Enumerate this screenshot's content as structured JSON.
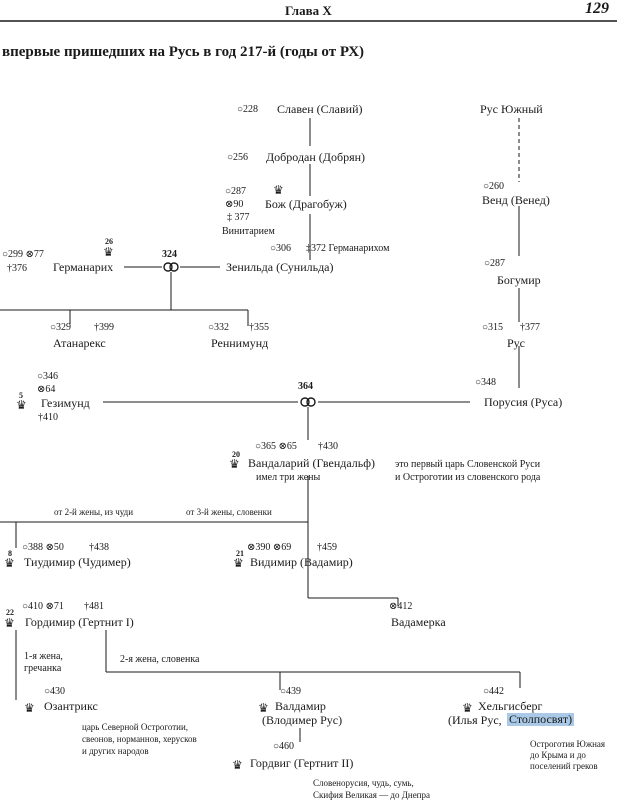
{
  "header": {
    "chapter": "Глава X",
    "page": "129"
  },
  "subtitle": "впервые пришедших на Русь в год 217-й (годы от РХ)",
  "nodes": {
    "slaven": {
      "dates": "○228",
      "name": "Славен (Славий)"
    },
    "dobrodan": {
      "dates": "○256",
      "name": "Добродан (Добрян)"
    },
    "boj": {
      "dates1": "○287",
      "dates2": "⊗90",
      "dates3": "‡ 377",
      "killed_by": "Винитарием",
      "name": "Бож (Драгобуж)"
    },
    "zenilda": {
      "dates": "○306",
      "death": "‡372 Германарихом",
      "name": "Зенильда (Сунильда)"
    },
    "rus_south": {
      "name": "Рус Южный"
    },
    "vend": {
      "dates": "○260",
      "name": "Венд (Венед)"
    },
    "bogumir": {
      "dates": "○287",
      "name": "Богумир"
    },
    "rus": {
      "dates": "○315",
      "death": "†377",
      "name": "Рус"
    },
    "germanarikh": {
      "dates": "○299 ⊗77",
      "death": "†376",
      "name": "Германарих",
      "crown_num": "26"
    },
    "marriage1": {
      "year": "324"
    },
    "atanareks": {
      "dates": "○329",
      "death": "†399",
      "name": "Атанарекс"
    },
    "rennimund": {
      "dates": "○332",
      "death": "†355",
      "name": "Реннимунд"
    },
    "gezimund": {
      "dates1": "○346",
      "dates2": "⊗64",
      "death": "†410",
      "name": "Гезимунд",
      "crown_num": "5"
    },
    "marriage2": {
      "year": "364"
    },
    "porusiya": {
      "dates": "○348",
      "name": "Порусия (Руса)"
    },
    "vandalarij": {
      "dates": "○365 ⊗65",
      "death": "†430",
      "name": "Вандаларий (Гвендальф)",
      "crown_num": "20",
      "note": "имел три жены"
    },
    "vandalarij_note": {
      "line1": "это первый царь Словенской Руси",
      "line2": "и Остроготии из словенского рода"
    },
    "branch_left": "от 2-й жены, из чуди",
    "branch_right": "от 3-й жены, словенки",
    "tiudimir": {
      "dates": "○388 ⊗50",
      "death": "†438",
      "name": "Тиудимир (Чудимер)",
      "crown_num": "8"
    },
    "vidimir": {
      "dates": "⊗390 ⊗69",
      "death": "†459",
      "name": "Видимир (Вадамир)",
      "crown_num": "21"
    },
    "gordimir": {
      "dates": "○410 ⊗71",
      "death": "†481",
      "name": "Гордимир (Гертнит I)",
      "crown_num": "22"
    },
    "vadamerka": {
      "dates": "⊗412",
      "name": "Вадамерка"
    },
    "wife1": {
      "line1": "1-я жена,",
      "line2": "гречанка"
    },
    "wife2": "2-я жена, словенка",
    "ozantriks": {
      "dates": "○430",
      "name": "Озантрикс"
    },
    "ozantriks_note": {
      "line1": "царь Северной Остроготии,",
      "line2": "свеонов, норманнов, херусков",
      "line3": "и других народов"
    },
    "valdamir": {
      "dates": "○439",
      "name": "Валдамир",
      "name2": "(Влодимер Рус)"
    },
    "helgisberg": {
      "dates": "○442",
      "name": "Хельгисберг",
      "name2_a": "(Илья Рус,",
      "name2_b": "Столпосвят)"
    },
    "helgisberg_note": {
      "line1": "Остроготия Южная",
      "line2": "до Крыма и до",
      "line3": "поселений греков"
    },
    "gordvig": {
      "dates": "○460",
      "name": "Гордвиг (Гертнит II)"
    },
    "gordvig_note": {
      "line1": "Словенорусия, чудь, сумь,",
      "line2": "Скифия Великая — до Днепра"
    }
  }
}
